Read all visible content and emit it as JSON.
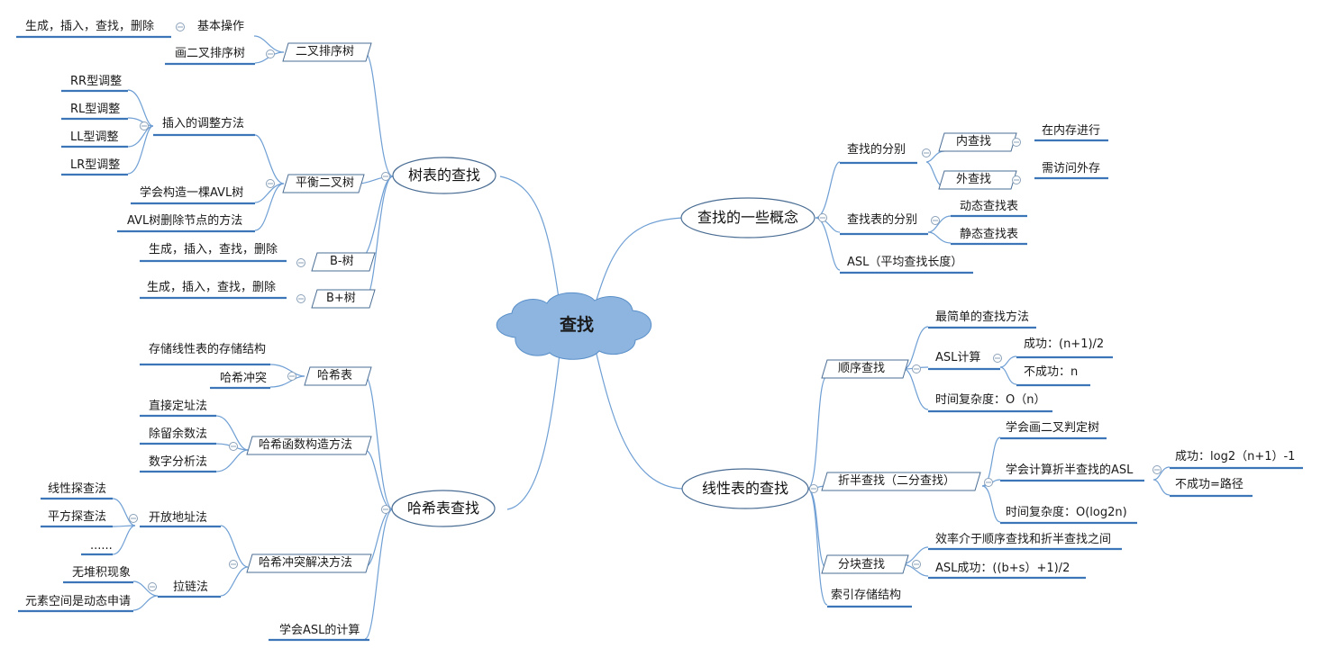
{
  "center": {
    "label": "查找"
  },
  "branches": {
    "tree": {
      "label": "树表的查找"
    },
    "concept": {
      "label": "查找的一些概念"
    },
    "hash": {
      "label": "哈希表查找"
    },
    "linear": {
      "label": "线性表的查找"
    }
  },
  "tree": {
    "bst": {
      "label": "二叉排序树",
      "ops": "基本操作",
      "ops_detail": "生成，插入，查找，删除",
      "draw": "画二叉排序树"
    },
    "avl": {
      "label": "平衡二叉树",
      "adjust": "插入的调整方法",
      "rotations": [
        "RR型调整",
        "RL型调整",
        "LL型调整",
        "LR型调整"
      ],
      "build": "学会构造一棵AVL树",
      "delete": "AVL树删除节点的方法"
    },
    "btree": {
      "label": "B-树",
      "ops": "生成，插入，查找，删除"
    },
    "bplus": {
      "label": "B+树",
      "ops": "生成，插入，查找，删除"
    }
  },
  "hash": {
    "table": {
      "label": "哈希表",
      "structure": "存储线性表的存储结构",
      "conflict": "哈希冲突"
    },
    "func": {
      "label": "哈希函数构造方法",
      "methods": [
        "直接定址法",
        "除留余数法",
        "数字分析法"
      ]
    },
    "resolve": {
      "label": "哈希冲突解决方法",
      "open": {
        "label": "开放地址法",
        "items": [
          "线性探查法",
          "平方探查法",
          "......"
        ]
      },
      "chain": {
        "label": "拉链法",
        "items": [
          "无堆积现象",
          "元素空间是动态申请"
        ]
      }
    },
    "asl": "学会ASL的计算"
  },
  "concept": {
    "kind": {
      "label": "查找的分别",
      "inner": {
        "label": "内查找",
        "detail": "在内存进行"
      },
      "outer": {
        "label": "外查找",
        "detail": "需访问外存"
      }
    },
    "table": {
      "label": "查找表的分别",
      "items": [
        "动态查找表",
        "静态查找表"
      ]
    },
    "asl": "ASL（平均查找长度）"
  },
  "linear": {
    "seq": {
      "label": "顺序查找",
      "simplest": "最简单的查找方法",
      "asl": {
        "label": "ASL计算",
        "success": "成功：(n+1)/2",
        "fail": "不成功：n"
      },
      "time": "时间复杂度：O（n）"
    },
    "binary": {
      "label": "折半查找（二分查找）",
      "tree": "学会画二叉判定树",
      "asl": {
        "label": "学会计算折半查找的ASL",
        "success": "成功：log2（n+1）-1",
        "fail": "不成功=路径"
      },
      "time": "时间复杂度：O(log2n)"
    },
    "block": {
      "label": "分块查找",
      "efficiency": "效率介于顺序查找和折半查找之间",
      "asl": "ASL成功：((b+s）+1)/2"
    },
    "index": "索引存储结构"
  },
  "colors": {
    "line": "#3d76b8",
    "curve": "#6f9fd4",
    "cloud": "#8db5e0",
    "cloud_edge": "#5a8fc8",
    "node_border": "#4a6d94"
  }
}
